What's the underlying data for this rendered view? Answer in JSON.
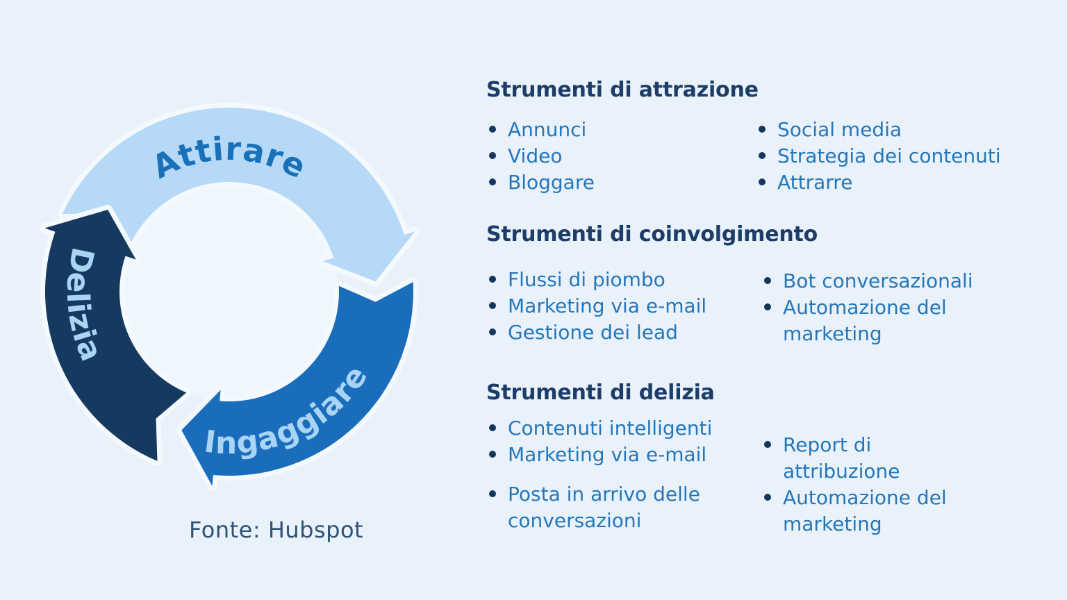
{
  "flywheel": {
    "attract_label": "Attirare",
    "engage_label": "Ingaggiare",
    "delight_label": "Delizia",
    "source": "Fonte: Hubspot",
    "colors": {
      "background": "#E9F1FA",
      "attract_arc": "#B7D9F8",
      "engage_arc": "#1A6DBA",
      "delight_arc": "#15395F",
      "attract_text": "#1B71B8",
      "curved_text": "#A9D4F6",
      "hub": "#EFF6FD"
    }
  },
  "sections": [
    {
      "title": "Strumenti di attrazione",
      "col1": [
        "Annunci",
        "Video",
        "Bloggare"
      ],
      "col2": [
        "Social media",
        "Strategia dei contenuti",
        "Attrarre"
      ]
    },
    {
      "title": "Strumenti di coinvolgimento",
      "col1": [
        "Flussi di piombo",
        "Marketing via e-mail",
        "Gestione dei lead"
      ],
      "col2": [
        "Bot conversazionali",
        "Automazione del marketing"
      ]
    },
    {
      "title": "Strumenti di delizia",
      "col1": [
        "Contenuti intelligenti",
        "Marketing via e-mail",
        "Posta in arrivo delle conversazioni"
      ],
      "col2": [
        "Report di attribuzione",
        "Automazione del marketing"
      ]
    }
  ],
  "text_colors": {
    "section_title": "#1C3D68",
    "list_item": "#2577BA",
    "bullet": "#14365C",
    "source": "#2E5377"
  }
}
